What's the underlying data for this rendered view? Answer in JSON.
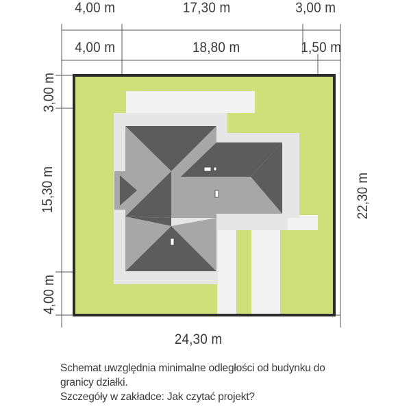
{
  "dimensions": {
    "top_row_1": [
      "4,00 m",
      "17,30 m",
      "3,00 m"
    ],
    "top_row_2": [
      "4,00 m",
      "18,80 m",
      "1,50 m"
    ],
    "left_column": [
      "3,00 m",
      "15,30 m",
      "4,00 m"
    ],
    "right_total": "22,30 m",
    "bottom_total": "24,30 m"
  },
  "caption": {
    "line1": "Schemat uwzględnia minimalne odległości od budynku do",
    "line2": "granicy działki.",
    "line3": "Szczegóły w zakładce: Jak czytać projekt?"
  },
  "colors": {
    "plot": "#cfe07b",
    "boundary": "#2b2b2b",
    "roof_dark": "#5c5c5c",
    "roof_light": "#a7a7a7",
    "paving": "#f2f2f2",
    "building_outline": "#e6e6e6"
  }
}
